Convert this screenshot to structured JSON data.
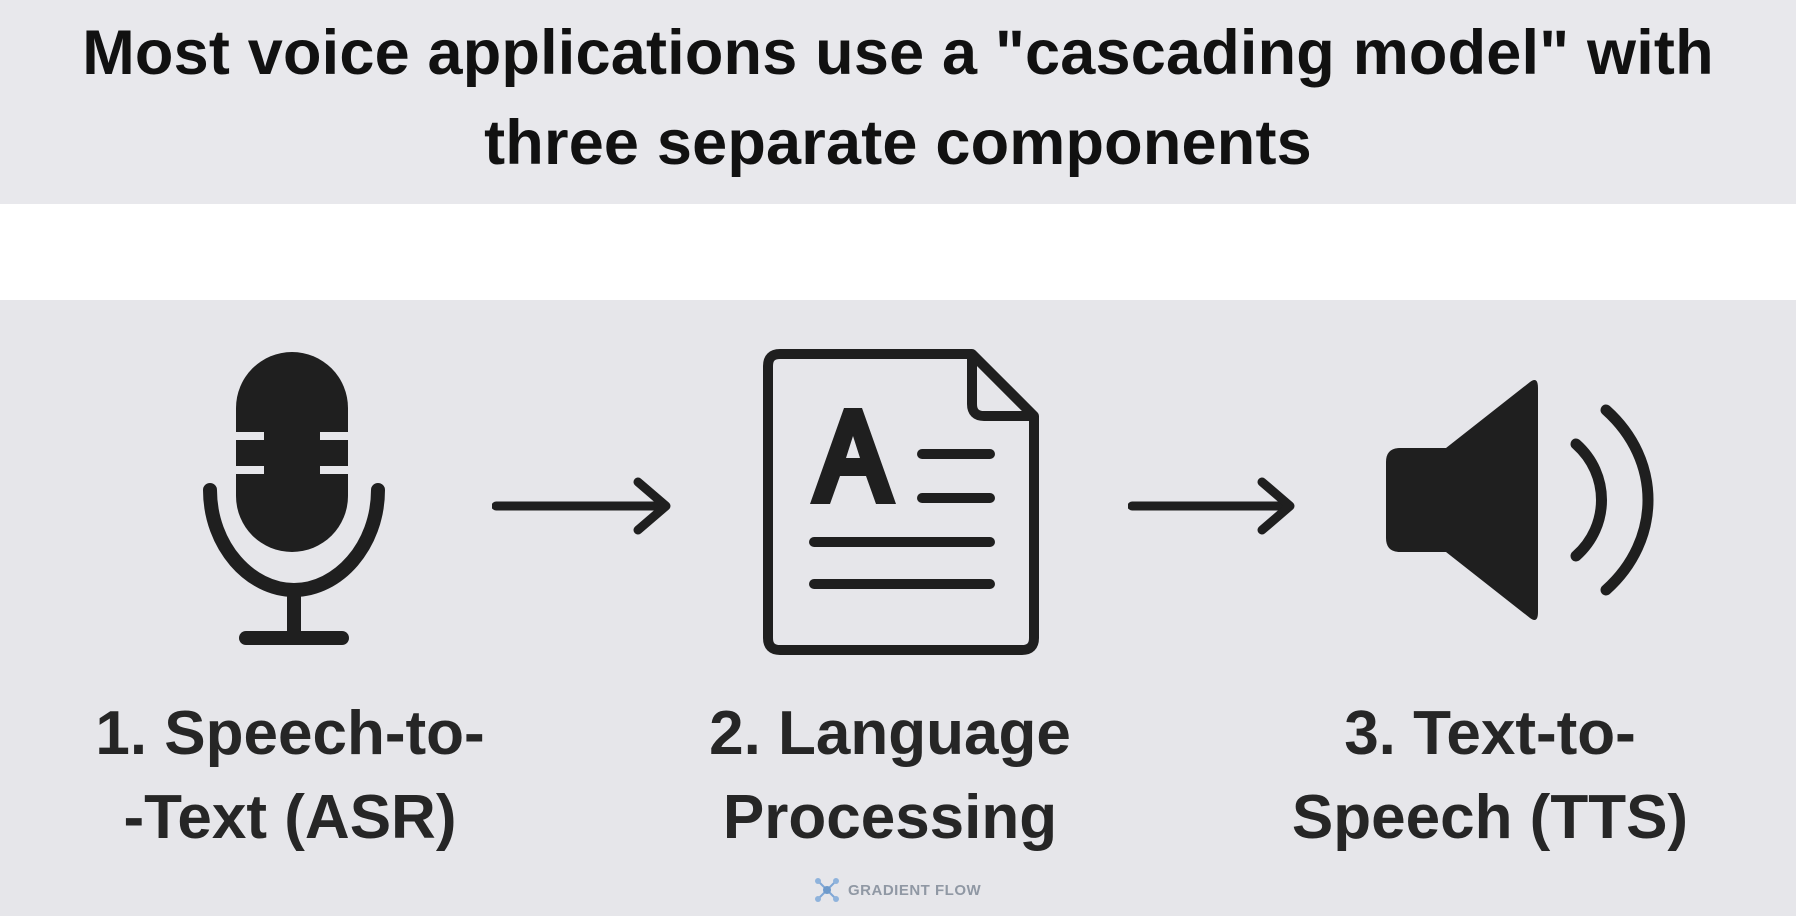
{
  "title": "Most voice applications use a \"cascading model\" with three separate components",
  "steps": [
    {
      "line1": "1. Speech-to-",
      "line2": "-Text (ASR)",
      "icon": "microphone-icon"
    },
    {
      "line1": "2. Language",
      "line2": "Processing",
      "icon": "document-icon"
    },
    {
      "line1": "3. Text-to-",
      "line2": "Speech (TTS)",
      "icon": "speaker-icon"
    }
  ],
  "brand": "GRADIENT FLOW",
  "colors": {
    "header_bg": "#e8e8ec",
    "diagram_bg": "#e6e6ea",
    "icon": "#1f1f1f",
    "text": "#262626",
    "brand": "#9098a4"
  }
}
